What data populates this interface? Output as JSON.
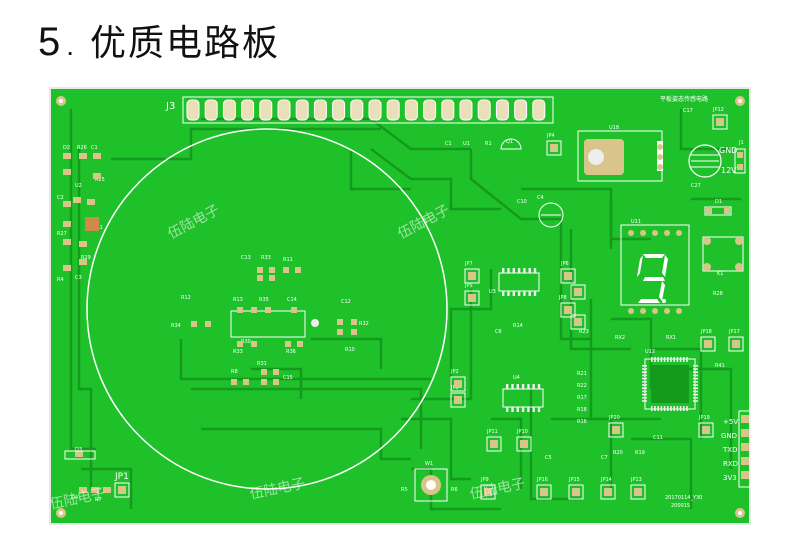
{
  "heading": {
    "number": "5",
    "dot": ".",
    "text": "优质电路板"
  },
  "board": {
    "header_label": "J3",
    "corner_label": "平板姿态传感电路",
    "watermark": "伍陆电子",
    "silk": {
      "u18": "U18",
      "u11": "U11",
      "u12": "U12",
      "u3": "U3",
      "u4": "U4",
      "u1": "U1",
      "u2": "U2",
      "jp1": "JP1",
      "jp2": "JP2",
      "jp3": "JP3",
      "jp4": "JP4",
      "jp5": "JP5",
      "jp6": "JP6",
      "jp7": "JP7",
      "jp8": "JP8",
      "jp9": "JP9",
      "jp10": "JP10",
      "jp11": "JP11",
      "jp12": "JP12",
      "jp13": "JP13",
      "jp14": "JP14",
      "jp15": "JP15",
      "jp16": "JP16",
      "jp17": "JP17",
      "jp18": "JP18",
      "jp19": "JP19",
      "jp20": "JP20",
      "w1": "W1",
      "j1": "J1",
      "k1": "K1",
      "d1": "D1",
      "d2": "D2",
      "d3": "D3",
      "d4": "D4",
      "gnd": "GND",
      "v12": "12V",
      "v5": "+5V",
      "txd": "TXD",
      "rxd": "RXD",
      "v33": "3V3",
      "gnd2": "GND",
      "c1": "C1",
      "c2": "C2",
      "c3": "C3",
      "c4": "C4",
      "c5": "C5",
      "c6": "C6",
      "c7": "C7",
      "c10": "C10",
      "c11": "C11",
      "c12": "C12",
      "c13": "C13",
      "c14": "C14",
      "c15": "C15",
      "c17": "C17",
      "c27": "C27",
      "r1": "R1",
      "r2": "R2",
      "r3": "R3",
      "r4": "R4",
      "r5": "R5",
      "r6": "R6",
      "r7": "R7",
      "r8": "R8",
      "r10": "R10",
      "r11": "R11",
      "r12": "R12",
      "r13": "R13",
      "r14": "R14",
      "r16": "R16",
      "r17": "R17",
      "r18": "R18",
      "r19": "R19",
      "r20": "R20",
      "r21": "R21",
      "r22": "R22",
      "r23": "R23",
      "r25": "R25",
      "r26": "R26",
      "r27": "R27",
      "r28": "R28",
      "r29": "R29",
      "r30": "R30",
      "r31": "R31",
      "r32": "R32",
      "r33": "R33",
      "r34": "R34",
      "r35": "R35",
      "r36": "R36",
      "r41": "R41",
      "l1": "L1",
      "q1": "Q1",
      "rx1": "RX1",
      "rx2": "RX2",
      "date1": "20170114_Y30",
      "date2": "20001S"
    }
  },
  "colors": {
    "board": "#1fc12a",
    "trace": "#149a1d",
    "pad": "#c7a25a",
    "silk": "#ffffff"
  }
}
